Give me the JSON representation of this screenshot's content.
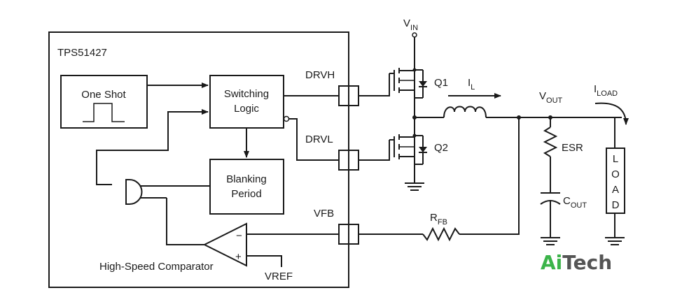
{
  "chip": {
    "name": "TPS51427"
  },
  "blocks": {
    "one_shot": "One Shot",
    "switching_logic": [
      "Switching",
      "Logic"
    ],
    "blanking_period": [
      "Blanking",
      "Period"
    ],
    "comparator": "High-Speed Comparator",
    "comparator_minus": "−",
    "comparator_plus": "+"
  },
  "pins": {
    "drvh": "DRVH",
    "drvl": "DRVL",
    "vfb": "VFB",
    "vref": "VREF"
  },
  "external": {
    "vin": {
      "main": "V",
      "sub": "IN"
    },
    "q1": "Q1",
    "q2": "Q2",
    "il": {
      "main": "I",
      "sub": "L"
    },
    "vout": {
      "main": "V",
      "sub": "OUT"
    },
    "iload": {
      "main": "I",
      "sub": "LOAD"
    },
    "esr": "ESR",
    "cout": {
      "main": "C",
      "sub": "OUT"
    },
    "rfb": {
      "main": "R",
      "sub": "FB"
    },
    "load": [
      "L",
      "O",
      "A",
      "D"
    ]
  },
  "logo": {
    "part1": "Ai",
    "part2": "Tech",
    "color1": "#3cb44a",
    "color2": "#555555"
  }
}
